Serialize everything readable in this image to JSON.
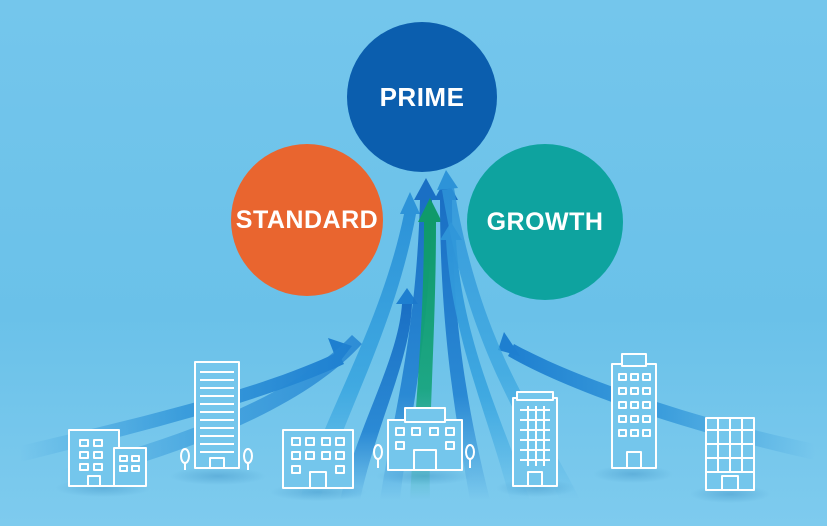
{
  "segments": {
    "prime": {
      "label": "PRIME",
      "color": "#0b5eae"
    },
    "standard": {
      "label": "STANDARD",
      "color": "#e9652f"
    },
    "growth": {
      "label": "GROWTH",
      "color": "#0ea39f"
    }
  },
  "colors": {
    "background": "#6ec3ea",
    "arrow_blue": "#1e7fd0",
    "arrow_light": "#4fb3e6",
    "arrow_green": "#14a37a",
    "building_stroke": "#ffffff"
  },
  "icons": [
    "building-icon",
    "tree-icon",
    "arrow-icon"
  ]
}
